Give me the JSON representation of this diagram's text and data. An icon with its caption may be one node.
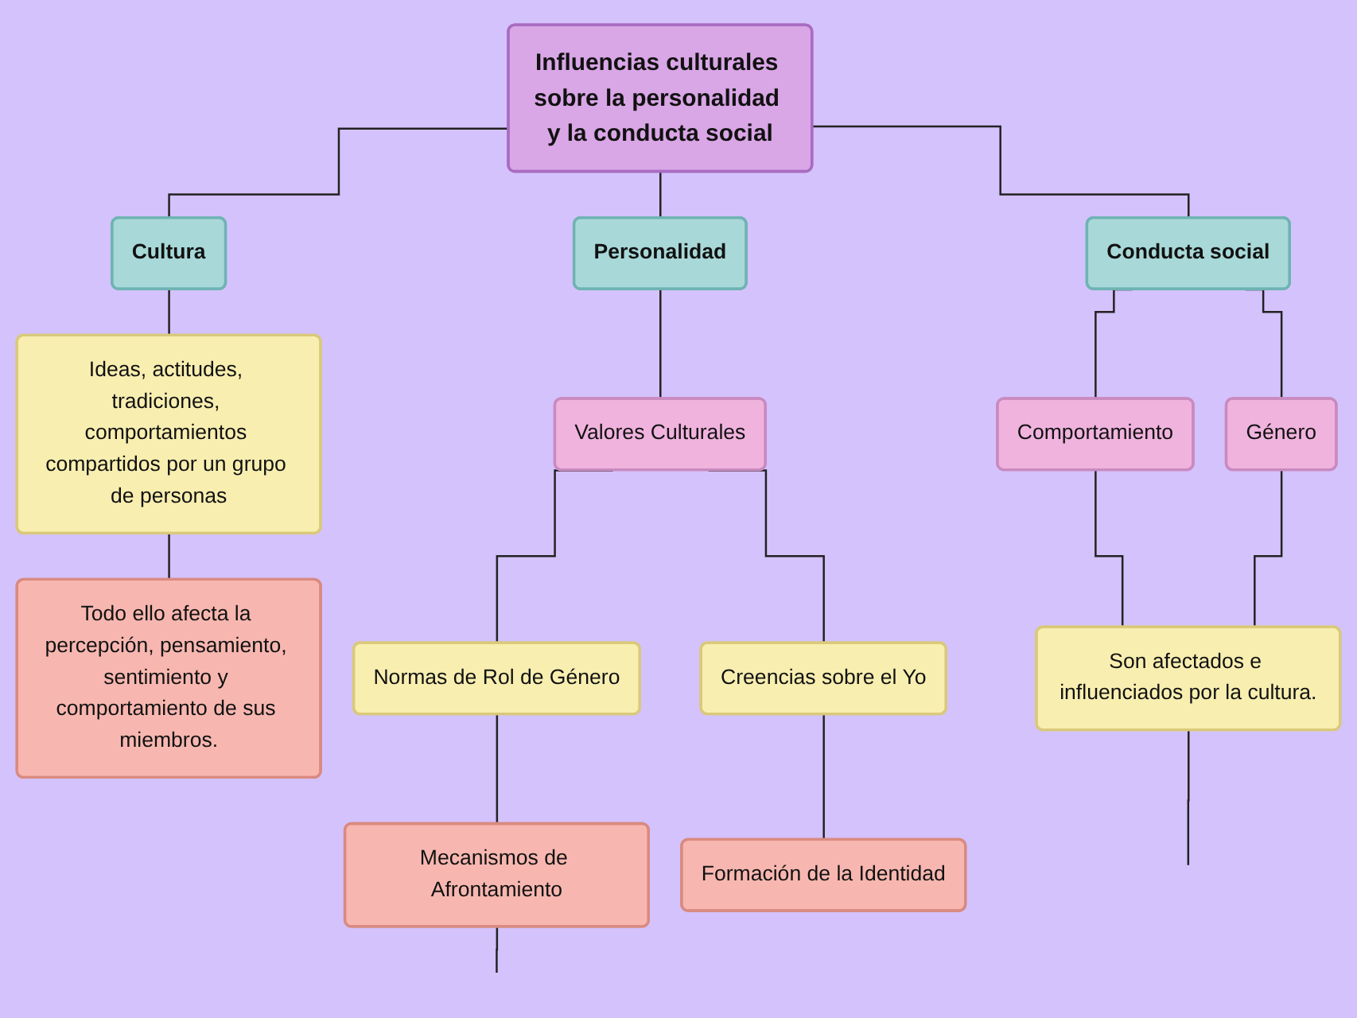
{
  "diagram": {
    "nodes": [
      {
        "text": [
          "Influencias culturales sobre la personalidad y la conducta social"
        ]
      },
      {
        "text": [
          "Cultura"
        ]
      },
      {
        "text": [
          "Personalidad"
        ]
      },
      {
        "text": [
          "Conducta social"
        ]
      },
      {
        "text": [
          "Ideas, actitudes, tradiciones, comportamientos compartidos por un grupo de personas"
        ]
      },
      {
        "text": [
          "Todo ello afecta la percepción, pensamiento, sentimiento y comportamiento de sus miembros."
        ]
      },
      {
        "text": [
          "Valores Culturales"
        ]
      },
      {
        "text": [
          "Normas de Rol de Género"
        ]
      },
      {
        "text": [
          "Creencias sobre el Yo"
        ]
      },
      {
        "text": [
          "Mecanismos de Afrontamiento"
        ]
      },
      {
        "text": [
          "Formación de la Identidad"
        ]
      },
      {
        "text": [
          "Comportamiento"
        ]
      },
      {
        "text": [
          "Género"
        ]
      },
      {
        "text": [
          "Son afectados e influenciados por la cultura."
        ]
      }
    ],
    "edges": [
      {
        "from": 0,
        "to": 1,
        "arrow": "none"
      },
      {
        "from": 0,
        "to": 2,
        "arrow": "none"
      },
      {
        "from": 0,
        "to": 3,
        "arrow": "none"
      },
      {
        "from": 1,
        "to": 4,
        "arrow": "none"
      },
      {
        "from": 4,
        "to": 5,
        "arrow": "none"
      },
      {
        "from": 2,
        "to": 6,
        "arrow": "none"
      },
      {
        "from": 6,
        "to": 7,
        "arrow": "none"
      },
      {
        "from": 6,
        "to": 8,
        "arrow": "none"
      },
      {
        "from": 7,
        "to": 9,
        "arrow": "none"
      },
      {
        "from": 8,
        "to": 10,
        "arrow": "none"
      },
      {
        "from": 3,
        "to": 11,
        "arrow": "none"
      },
      {
        "from": 3,
        "to": 12,
        "arrow": "none"
      },
      {
        "from": 11,
        "to": 13,
        "arrow": "none"
      },
      {
        "from": 12,
        "to": 13,
        "arrow": "none"
      },
      {
        "from": 9,
        "to": null,
        "arrow": "none"
      },
      {
        "from": 13,
        "to": null,
        "arrow": "none"
      }
    ]
  }
}
